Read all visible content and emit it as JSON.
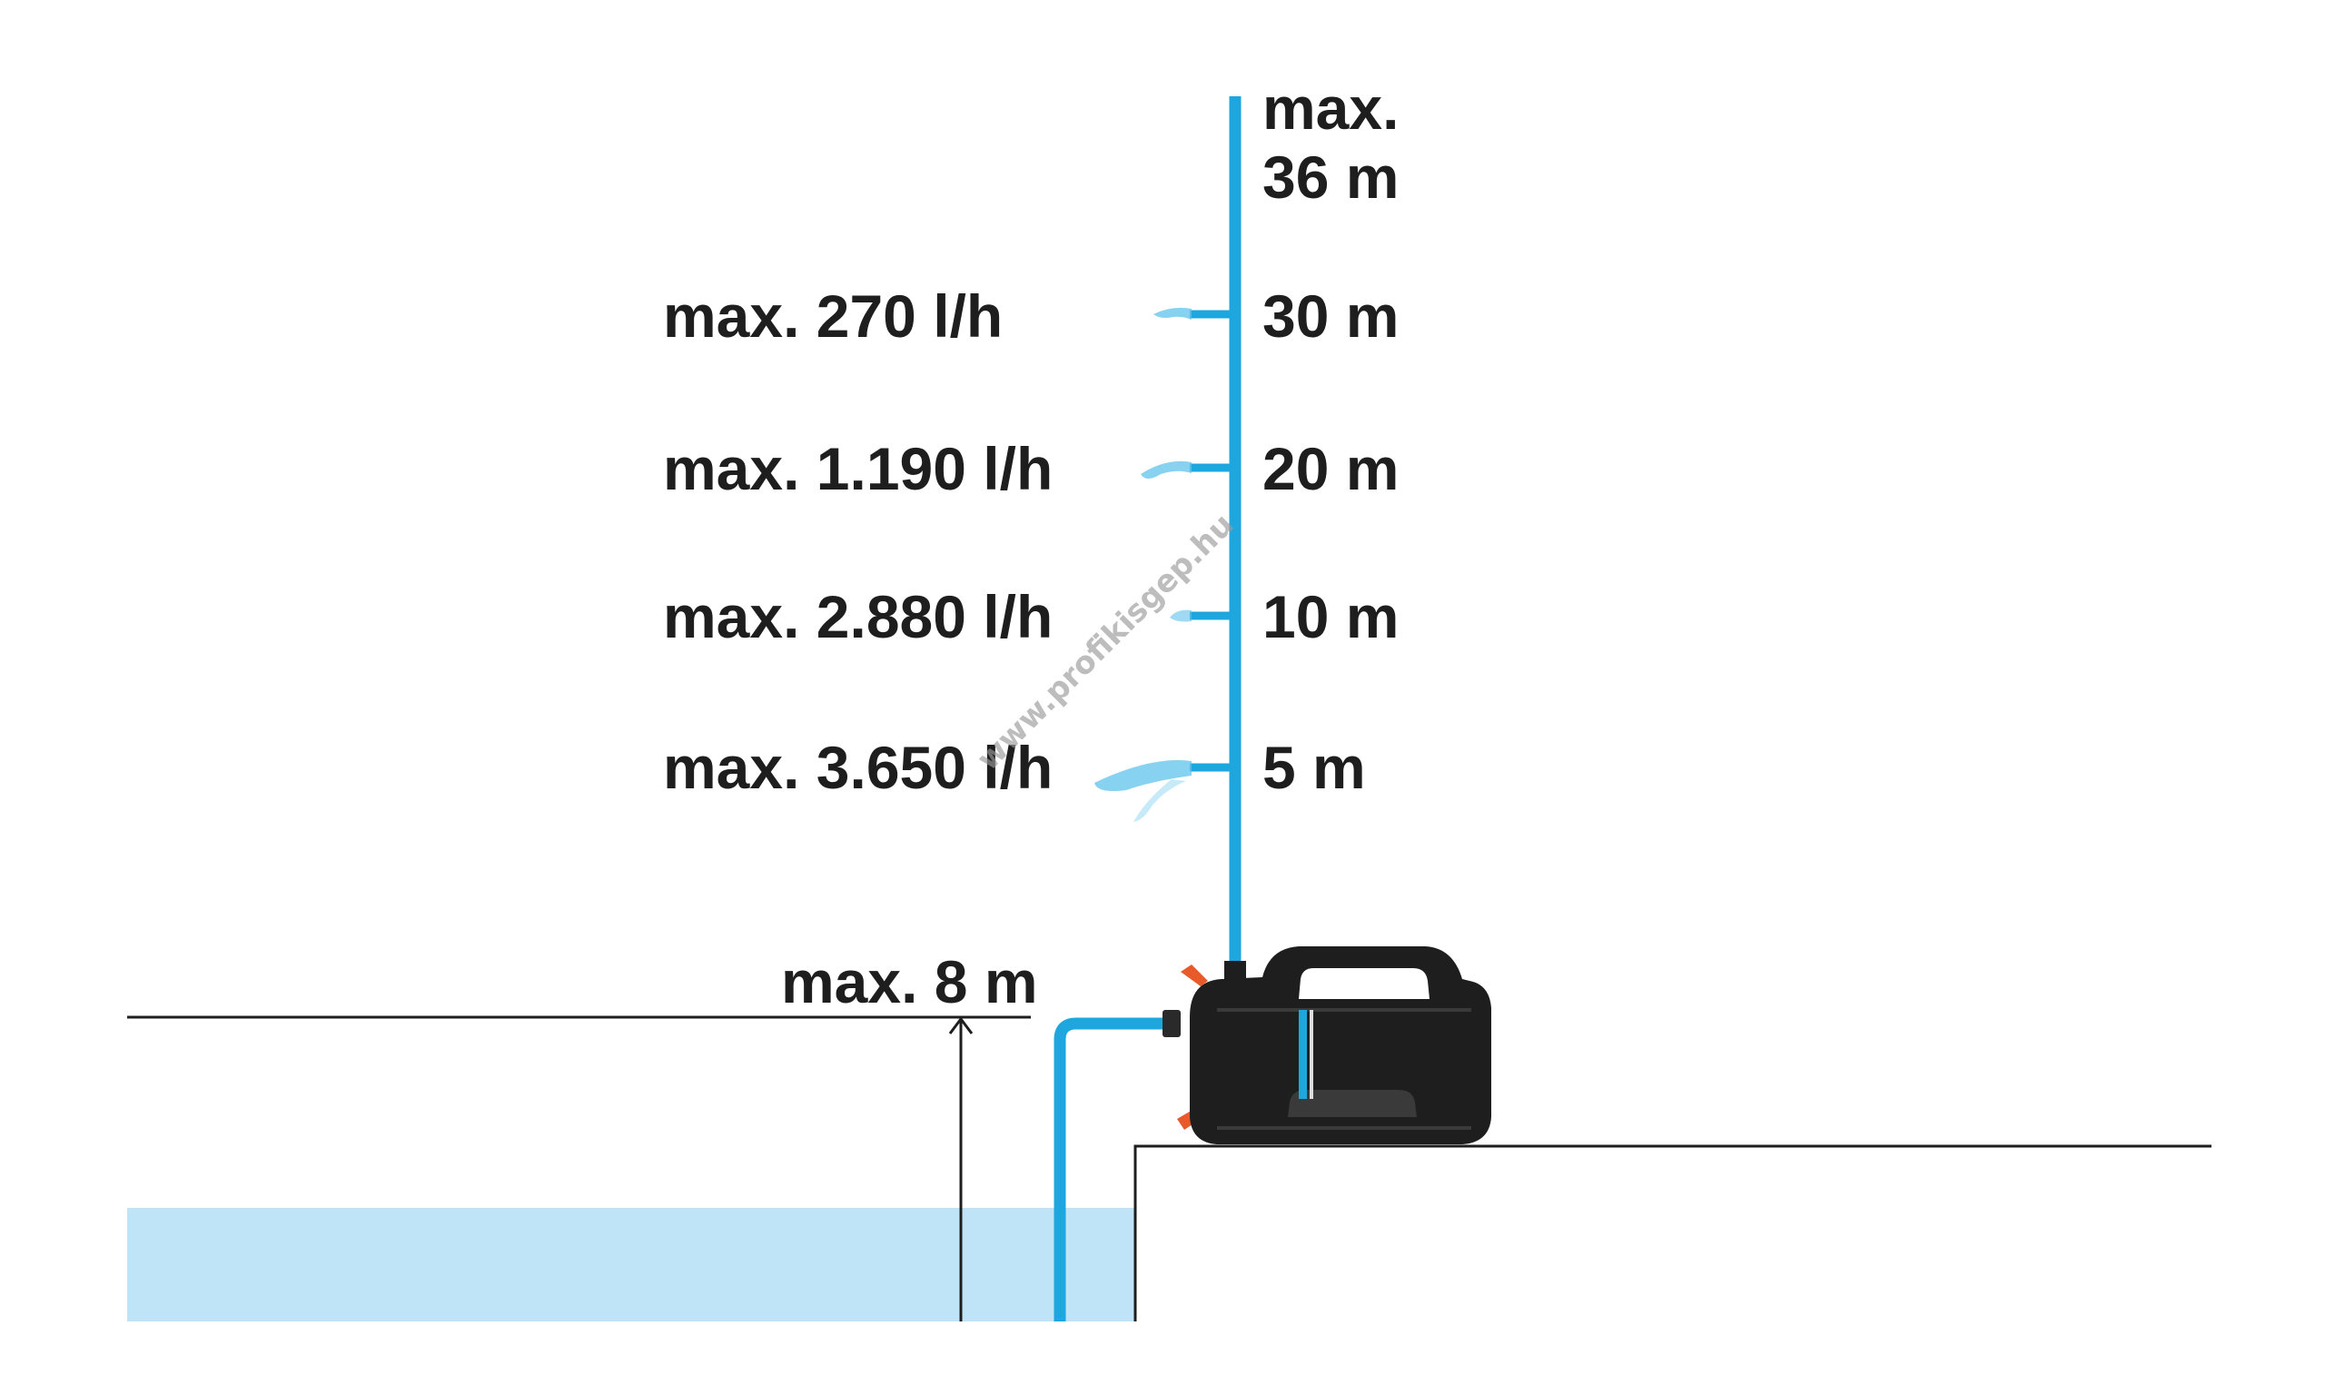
{
  "diagram": {
    "max_height_label": [
      "max.",
      "36 m"
    ],
    "levels": [
      {
        "head": "30 m",
        "flow": "max. 270 l/h"
      },
      {
        "head": "20 m",
        "flow": "max. 1.190 l/h"
      },
      {
        "head": "10 m",
        "flow": "max. 2.880 l/h"
      },
      {
        "head": "5 m",
        "flow": "max. 3.650 l/h"
      }
    ],
    "suction_label": "max. 8 m",
    "watermark": "www.profikisgep.hu",
    "colors": {
      "pipe": "#1ea7df",
      "water": "#bfe3f7",
      "pump_body": "#1e1e1e",
      "accent": "#e85a2a",
      "line": "#1e1e1e"
    }
  }
}
